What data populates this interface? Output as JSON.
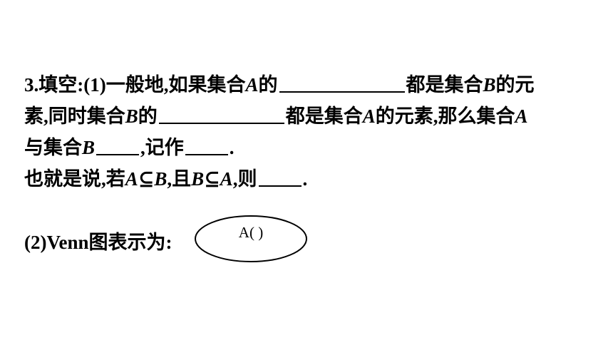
{
  "slide": {
    "line1": {
      "prefix": "3.填空:(1)一般地,如果集合",
      "var_a": "A",
      "mid": "的",
      "after_blank": "都是集合",
      "var_b": "B",
      "suffix": "的元"
    },
    "line2": {
      "prefix": "素,同时集合",
      "var_b": "B",
      "mid": "的",
      "after_blank": "都是集合",
      "var_a": "A",
      "suffix1": "的元素,那么集合",
      "var_a2": "A"
    },
    "line3": {
      "prefix": "与集合",
      "var_b": "B",
      "mid": ",记作",
      "end": "."
    },
    "line4": {
      "prefix": "也就是说,若",
      "cond1": "A⊆B",
      "mid": ",且",
      "cond2": "B⊆A",
      "then": ",则",
      "end": "."
    },
    "venn": {
      "label": "(2)Venn图表示为:",
      "ellipse_text": "A(  )"
    }
  }
}
